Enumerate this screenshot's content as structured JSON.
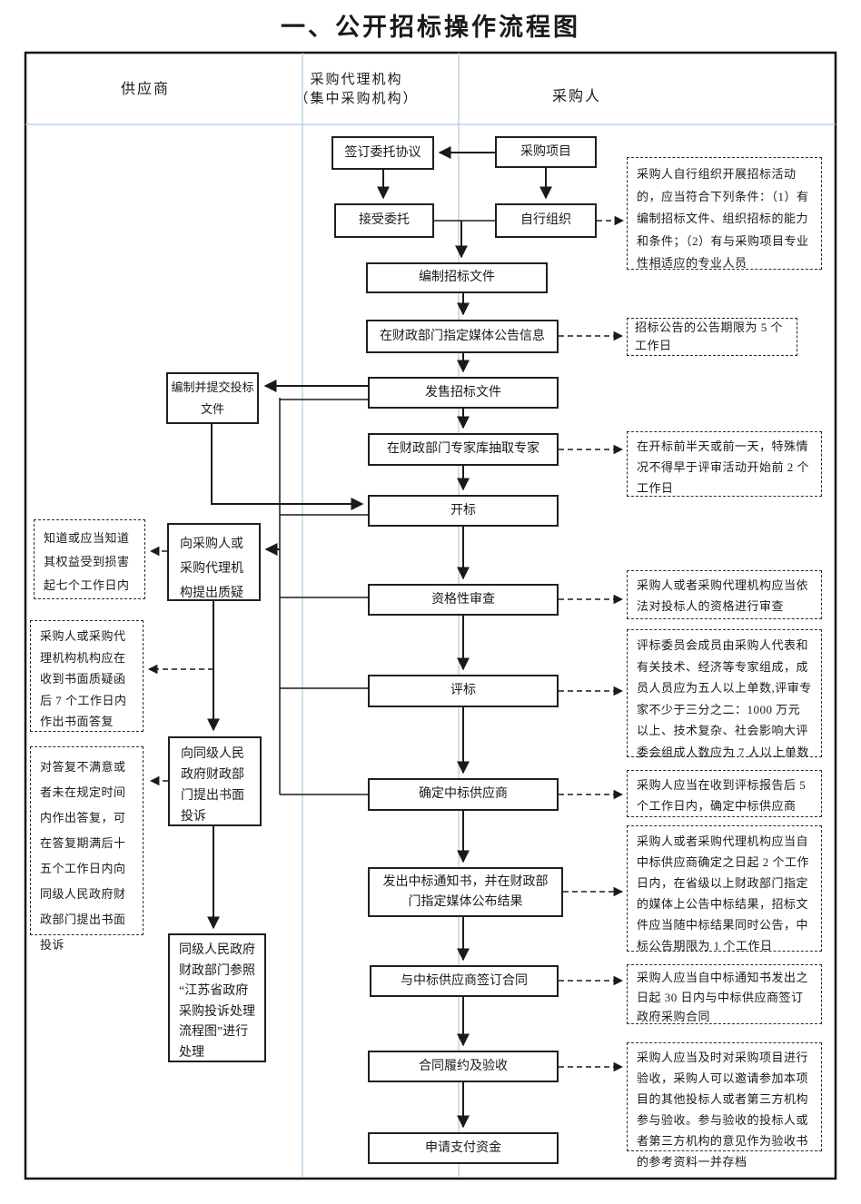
{
  "title": "一、公开招标操作流程图",
  "header": {
    "supplier": "供应商",
    "agency": "采购代理机构",
    "agency_sub": "（集中采购机构）",
    "purchaser": "采购人"
  },
  "flow": {
    "sign_agreement": "签订委托协议",
    "project": "采购项目",
    "accept": "接受委托",
    "self_organize": "自行组织",
    "prepare_docs": "编制招标文件",
    "announce": "在财政部门指定媒体公告信息",
    "sell_docs": "发售招标文件",
    "draw_experts": "在财政部门专家库抽取专家",
    "open_bid": "开标",
    "qualification": "资格性审查",
    "evaluation": "评标",
    "determine_winner": "确定中标供应商",
    "issue_notice": "发出中标通知书，并在财政部门指定媒体公布结果",
    "sign_contract": "与中标供应商签订合同",
    "acceptance": "合同履约及验收",
    "payment": "申请支付资金"
  },
  "supplier": {
    "prepare_bid": "编制并提交投标文件",
    "query": "向采购人或采购代理机构提出质疑",
    "complaint": "向同级人民政府财政部门提出书面投诉",
    "handle": "同级人民政府财政部门参照“江苏省政府采购投诉处理流程图”进行处理",
    "note_know": "知道或应当知道其权益受到损害起七个工作日内",
    "note_reply": "采购人或采购代理机构机构应在收到书面质疑函后 7 个工作日内作出书面答复",
    "note_dissatisfied": "对答复不满意或者未在规定时间内作出答复，可在答复期满后十五个工作日内向同级人民政府财政部门提出书面投诉"
  },
  "notes": {
    "self_org_cond": "采购人自行组织开展招标活动的，应当符合下列条件：（1）有编制招标文件、组织招标的能力和条件；（2）有与采购项目专业性相适应的专业人员",
    "announce_period": "招标公告的公告期限为 5 个工作日",
    "expert_timing": "在开标前半天或前一天，特殊情况不得早于评审活动开始前 2 个工作日",
    "qualification_law": "采购人或者采购代理机构应当依法对投标人的资格进行审查",
    "committee": "评标委员会成员由采购人代表和有关技术、经济等专家组成，成员人员应为五人以上单数,评审专家不少于三分之二：1000 万元以上、技术复杂、社会影响大评委会组成人数应为 7 人以上单数",
    "determine_period": "采购人应当在收到评标报告后 5 个工作日内，确定中标供应商",
    "result_announce": "采购人或者采购代理机构应当自中标供应商确定之日起 2 个工作日内，在省级以上财政部门指定的媒体上公告中标结果，招标文件应当随中标结果同时公告，中标公告期限为 1 个工作日",
    "contract_period": "采购人应当自中标通知书发出之日起 30 日内与中标供应商签订政府采购合同",
    "acceptance_note": "采购人应当及时对采购项目进行验收，采购人可以邀请参加本项目的其他投标人或者第三方机构参与验收。参与验收的投标人或者第三方机构的意见作为验收书的参考资料一并存档"
  },
  "colors": {
    "line": "#1a1a1a",
    "divider": "#b3cbdd"
  }
}
